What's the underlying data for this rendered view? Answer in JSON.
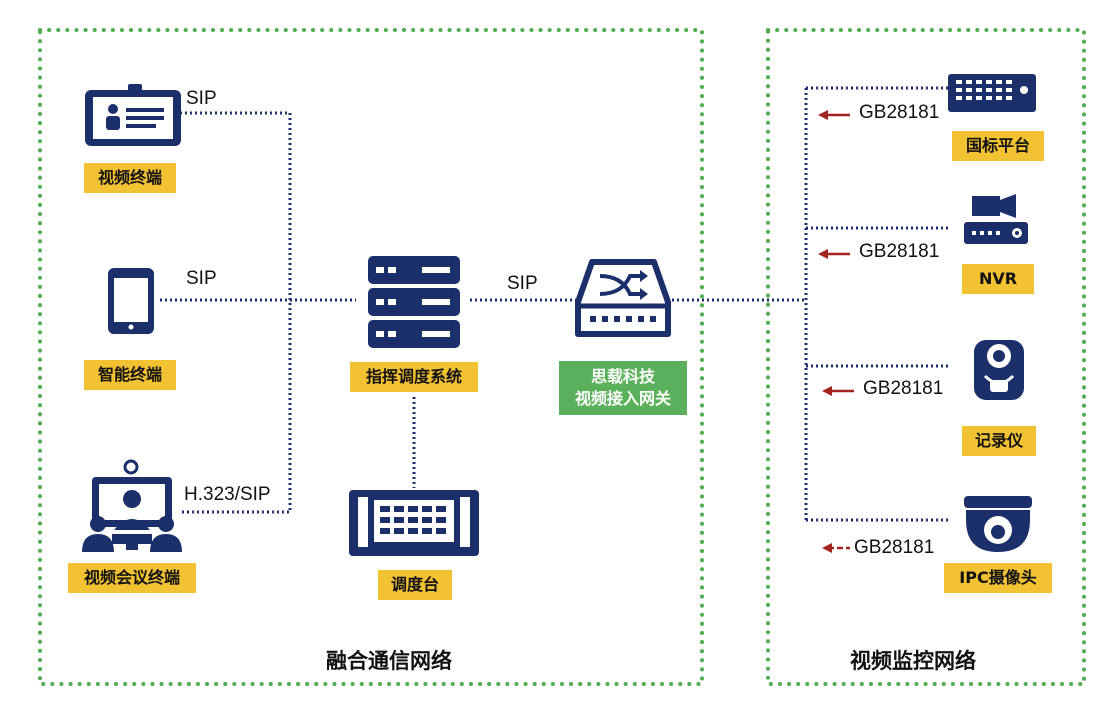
{
  "regions": {
    "left_title": "融合通信网络",
    "right_title": "视频监控网络"
  },
  "nodes": {
    "video_terminal": "视频终端",
    "smart_terminal": "智能终端",
    "conference_terminal": "视频会议终端",
    "command_system": "指挥调度系统",
    "console": "调度台",
    "gateway_line1": "思载科技",
    "gateway_line2": "视频接入网关",
    "national_platform": "国标平台",
    "nvr": "NVR",
    "recorder": "记录仪",
    "ipc_camera": "IPC摄像头"
  },
  "protocols": {
    "sip_video_terminal": "SIP",
    "sip_smart_terminal": "SIP",
    "h323_conference": "H.323/SIP",
    "sip_gateway": "SIP",
    "gb_platform": "GB28181",
    "gb_nvr": "GB28181",
    "gb_recorder": "GB28181",
    "gb_ipc": "GB28181"
  },
  "colors": {
    "icon_navy": "#1b2f6b",
    "dots_green": "#4fae4f",
    "badge_yellow": "#f2c232",
    "gateway_green": "#5bb15b",
    "arrow_red": "#a3231f"
  }
}
